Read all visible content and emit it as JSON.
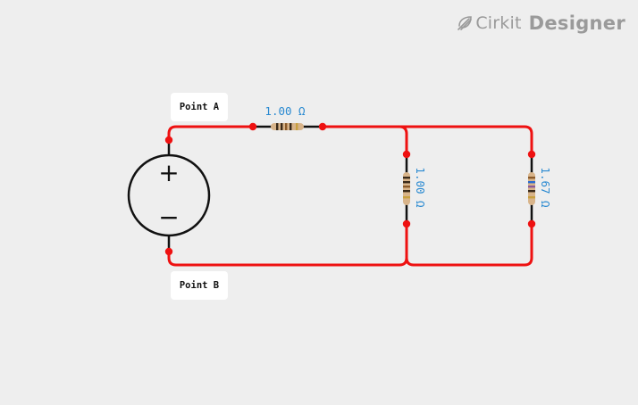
{
  "brand": {
    "name": "Cirkit",
    "product": "Designer",
    "icon": "leaf-icon",
    "color": "#9a9a9a"
  },
  "points": {
    "a": {
      "label": "Point A"
    },
    "b": {
      "label": "Point B"
    }
  },
  "source": {
    "positive_symbol": "+",
    "negative_symbol": "−"
  },
  "resistors": [
    {
      "id": "r1",
      "value": "1.00 Ω",
      "orientation": "horizontal"
    },
    {
      "id": "r2",
      "value": "1.00 Ω",
      "orientation": "vertical"
    },
    {
      "id": "r3",
      "value": "1.67 Ω",
      "orientation": "vertical"
    }
  ],
  "colors": {
    "wire": "#ee1111",
    "lead": "#111111",
    "node": "#ee1111",
    "value_text": "#2a8ad1",
    "background": "#eeeeee"
  }
}
